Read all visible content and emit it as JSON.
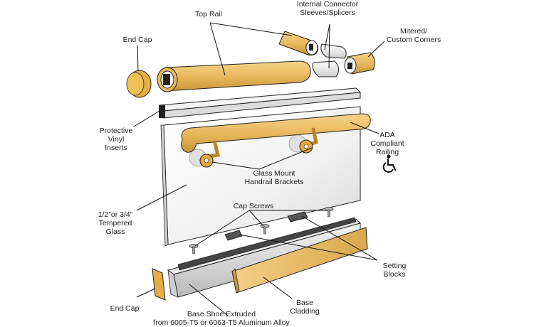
{
  "labels": {
    "top_rail": "Top Rail",
    "internal_connector": "Internal Connector\nSleeves/Splicers",
    "end_cap_top": "End Cap",
    "mitered_corners": "Mitered/\nCustom Corners",
    "protective_inserts": "Protective\nVinyl\nInserts",
    "ada_railing": "ADA\nCompliant\nRailing",
    "glass_brackets": "Glass Mount\nHandrail Brackets",
    "tempered_glass": "1/2”or 3/4”\nTempered\nGlass",
    "cap_screws": "Cap Screws",
    "setting_blocks": "Setting\nBlocks",
    "end_cap_bottom": "End Cap",
    "base_cladding": "Base\nCladding",
    "base_shoe": "Base Shoe Extruded\nfrom 6005-T5 or 6063-T5 Aluminum Alloy"
  },
  "icons": {
    "accessibility": "wheelchair-icon"
  },
  "colors": {
    "wood": "#e9b95e",
    "wood_dark": "#c79436",
    "aluminum": "#d6d6d6",
    "glass": "#f2f2f2",
    "line": "#111111"
  }
}
